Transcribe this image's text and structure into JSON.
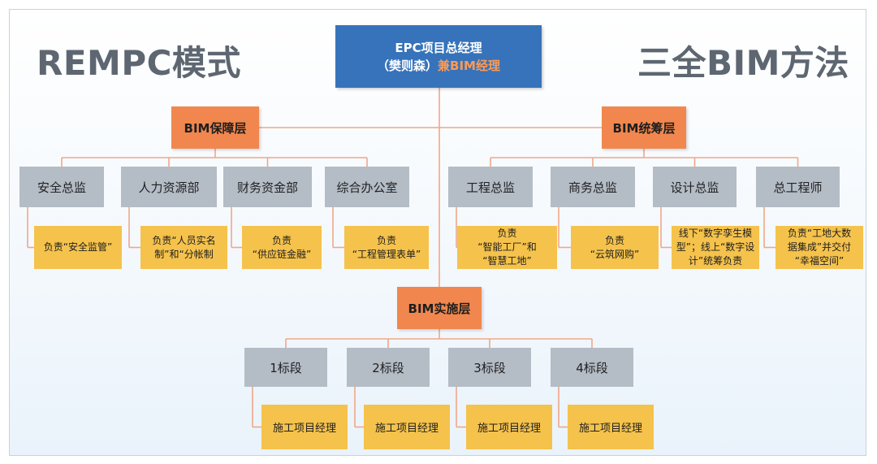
{
  "titles": {
    "left": "REMPC模式",
    "right": "三全BIM方法"
  },
  "top": {
    "line1": "EPC项目总经理",
    "line2a": "（樊则森）",
    "line2b": "兼BIM经理"
  },
  "layers": {
    "guarantee": "BIM保障层",
    "coordination": "BIM统筹层",
    "implementation": "BIM实施层"
  },
  "guarantee": [
    {
      "dept": "安全总监",
      "duty": [
        "负责“安全监管”"
      ]
    },
    {
      "dept": "人力资源部",
      "duty": [
        "负责“人员实名",
        "制”和“分帐制"
      ]
    },
    {
      "dept": "财务资金部",
      "duty": [
        "负责",
        "“供应链金融”"
      ]
    },
    {
      "dept": "综合办公室",
      "duty": [
        "负责",
        "“工程管理表单”"
      ]
    }
  ],
  "coordination": [
    {
      "dept": "工程总监",
      "duty": [
        "负责",
        "“智能工厂”和",
        "“智慧工地”"
      ]
    },
    {
      "dept": "商务总监",
      "duty": [
        "负责",
        "“云筑网购”"
      ]
    },
    {
      "dept": "设计总监",
      "duty": [
        "线下“数字孪生模",
        "型”；线上“数字设",
        "计”统筹负责"
      ]
    },
    {
      "dept": "总工程师",
      "duty": [
        "负责“工地大数",
        "据集成”并交付",
        "“幸福空间”"
      ]
    }
  ],
  "implementation": [
    {
      "section": "1标段",
      "manager": "施工项目经理"
    },
    {
      "section": "2标段",
      "manager": "施工项目经理"
    },
    {
      "section": "3标段",
      "manager": "施工项目经理"
    },
    {
      "section": "4标段",
      "manager": "施工项目经理"
    }
  ],
  "colors": {
    "top_box": "#3773ba",
    "layer_box": "#f1874e",
    "dept_box": "#b4bcc6",
    "duty_box": "#f5c24c",
    "connector": "#f0a788"
  }
}
